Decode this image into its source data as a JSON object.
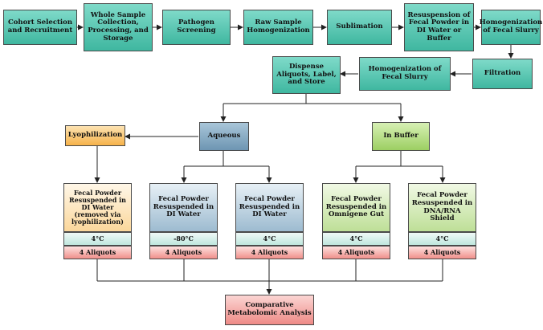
{
  "steps_row1": [
    "Cohort Selection and Recruitment",
    "Whole Sample Collection, Processing, and Storage",
    "Pathogen Screening",
    "Raw Sample Homogenization",
    "Sublimation",
    "Resuspension of Fecal Powder in DI Water or Buffer",
    "Homogenization of Fecal Slurry"
  ],
  "steps_row2": {
    "filtration": "Filtration",
    "homogenization2": "Homogenization of Fecal Slurry",
    "dispense": "Dispense Aliquots, Label, and Store"
  },
  "branches": {
    "lyophilization": "Lyophilization",
    "aqueous": "Aqueous",
    "in_buffer": "In Buffer"
  },
  "samples": [
    {
      "label": "Fecal Powder Resuspended in DI Water (removed via lyophilization)",
      "temp": "4°C",
      "aliquots": "4 Aliquots"
    },
    {
      "label": "Fecal Powder Resuspended in DI Water",
      "temp": "-80°C",
      "aliquots": "4 Aliquots"
    },
    {
      "label": "Fecal Powder Resuspended in DI Water",
      "temp": "4°C",
      "aliquots": "4 Aliquots"
    },
    {
      "label": "Fecal Powder Resuspended in Omnigene Gut",
      "temp": "4°C",
      "aliquots": "4 Aliquots"
    },
    {
      "label": "Fecal Powder Resuspended in DNA/RNA Shield",
      "temp": "4°C",
      "aliquots": "4 Aliquots"
    }
  ],
  "final": "Comparative Metabolomic Analysis"
}
